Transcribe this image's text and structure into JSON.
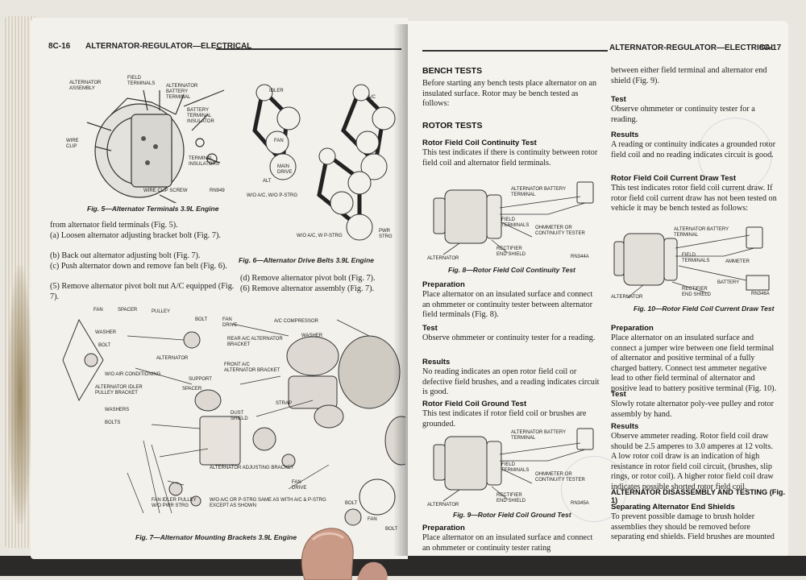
{
  "left_page": {
    "page_number": "8C-16",
    "running_head": "ALTERNATOR-REGULATOR—ELECTRICAL",
    "fig5": {
      "caption": "Fig. 5—Alternator Terminals 3.9L Engine",
      "labels": [
        "ALTERNATOR ASSEMBLY",
        "FIELD TERMINALS",
        "ALTERNATOR BATTERY TERMINAL",
        "BATTERY TERMINAL INSULATOR",
        "WIRE CLIP",
        "TERMINAL INSULATORS",
        "WIRE CLIP SCREW"
      ],
      "code": "RN949"
    },
    "fig6": {
      "caption": "Fig. 6—Alternator Drive Belts 3.9L Engine",
      "labels": [
        "A/C",
        "IDLER",
        "FAN",
        "MAIN DRIVE",
        "ALT",
        "PWR STRG",
        "W/O A/C, W/O P-STRG",
        "W/O A/C, W P-STRG"
      ]
    },
    "text_col1": [
      "from alternator field terminals (Fig. 5).",
      "(a) Loosen alternator adjusting bracket bolt (Fig. 7).",
      "(b) Back out alternator adjusting bolt (Fig. 7).",
      "(c) Push alternator down and remove fan belt (Fig. 6).",
      "(5) Remove alternator pivot bolt nut A/C equipped (Fig. 7)."
    ],
    "text_col2": [
      "(d) Remove alternator pivot bolt (Fig. 7).",
      "(6) Remove alternator assembly (Fig. 7)."
    ],
    "fig7": {
      "caption": "Fig. 7—Alternator Mounting Brackets 3.9L Engine",
      "labels": [
        "FAN",
        "SPACER",
        "PULLEY",
        "BOLT",
        "FAN DRIVE",
        "WASHER",
        "A/C COMPRESSOR",
        "WASHER",
        "BOLT",
        "REAR A/C ALTERNATOR BRACKET",
        "ALTERNATOR",
        "FRONT A/C ALTERNATOR BRACKET",
        "W/O AIR CONDITIONING",
        "ALTERNATOR IDLER PULLEY BRACKET",
        "SUPPORT",
        "SPACER",
        "WASHERS",
        "BOLTS",
        "STRAP",
        "DUST SHIELD",
        "ALTERNATOR ADJUSTING BRACKET",
        "FAN IDLER PULLEY W/O PWR STRG",
        "W/O A/C OR P-STRG SAME AS WITH A/C & P-STRG EXCEPT AS SHOWN",
        "FAN DRIVE",
        "BOLT",
        "FAN",
        "BOLT"
      ]
    }
  },
  "right_page": {
    "page_number": "8C-17",
    "running_head": "ALTERNATOR-REGULATOR—ELECTRICAL",
    "bench_heading": "BENCH TESTS",
    "bench_text": "Before starting any bench tests place alternator on an insulated surface. Rotor may be bench tested as follows:",
    "rotor_heading": "ROTOR TESTS",
    "continuity_heading": "Rotor Field Coil Continuity Test",
    "continuity_text": "This test indicates if there is continuity between rotor field coil and alternator field terminals.",
    "fig8": {
      "caption": "Fig. 8—Rotor Field Coil Continuity Test",
      "labels": [
        "ALTERNATOR BATTERY TERMINAL",
        "FIELD TERMINALS",
        "OHMMETER OR CONTINUITY TESTER",
        "RECTIFIER END SHIELD",
        "ALTERNATOR"
      ],
      "code": "RN344A"
    },
    "prep1_heading": "Preparation",
    "prep1_text": "Place alternator on an insulated surface and connect an ohmmeter or continuity tester between alternator field terminals (Fig. 8).",
    "test1_heading": "Test",
    "test1_text": "Observe ohmmeter or continuity tester for a reading.",
    "results1_heading": "Results",
    "results1_text": "No reading indicates an open rotor field coil or defective field brushes, and a reading indicates circuit is good.",
    "ground_heading": "Rotor Field Coil Ground Test",
    "ground_text": "This test indicates if rotor field coil or brushes are grounded.",
    "fig9": {
      "caption": "Fig. 9—Rotor Field Coil Ground Test",
      "labels": [
        "ALTERNATOR BATTERY TERMINAL",
        "FIELD TERMINALS",
        "OHMMETER OR CONTINUITY TESTER",
        "RECTIFIER END SHIELD",
        "ALTERNATOR"
      ],
      "code": "RN345A"
    },
    "prep2_heading": "Preparation",
    "prep2_text": "Place alternator on an insulated surface and connect an ohmmeter or continuity tester rating",
    "col2_top": "between either field terminal and alternator end shield (Fig. 9).",
    "test2_heading": "Test",
    "test2_text": "Observe ohmmeter or continuity tester for a reading.",
    "results2_heading": "Results",
    "results2_text": "A reading or continuity indicates a grounded rotor field coil and no reading indicates circuit is good.",
    "current_heading": "Rotor Field Coil Current Draw Test",
    "current_text": "This test indicates rotor field coil current draw. If rotor field coil current draw has not been tested on vehicle it may be bench tested as follows:",
    "fig10": {
      "caption": "Fig. 10—Rotor Field Coil Current Draw Test",
      "labels": [
        "ALTERNATOR BATTERY TERMINAL",
        "FIELD TERMINALS",
        "AMMETER",
        "BATTERY",
        "RECTIFIER END SHIELD",
        "ALTERNATOR"
      ],
      "code": "RN346A"
    },
    "prep3_heading": "Preparation",
    "prep3_text": "Place alternator on an insulated surface and connect a jumper wire between one field terminal of alternator and positive terminal of a fully charged battery. Connect test ammeter negative lead to other field terminal of alternator and positive lead to battery positive terminal (Fig. 10).",
    "test3_heading": "Test",
    "test3_text": "Slowly rotate alternator poly-vee pulley and rotor assembly by hand.",
    "results3_heading": "Results",
    "results3_text": "Observe ammeter reading. Rotor field coil draw should be 2.5 amperes to 3.0 amperes at 12 volts. A low rotor coil draw is an indication of high resistance in rotor field coil circuit, (brushes, slip rings, or rotor coil). A higher rotor field coil draw indicates possible shorted rotor field coil.",
    "disassembly_heading": "ALTERNATOR DISASSEMBLY AND TESTING (Fig. 1)",
    "separating_heading": "Separating Alternator End Shields",
    "separating_text": "To prevent possible damage to brush holder assemblies they should be removed before separating end shields. Field brushes are mounted"
  }
}
